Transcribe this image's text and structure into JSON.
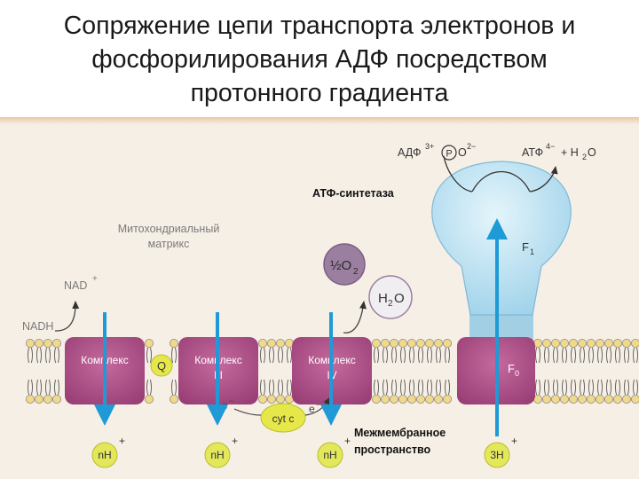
{
  "title": {
    "line1": "Сопряжение цепи транспорта электронов и",
    "line2": "фосфорилирования  АДФ посредством",
    "line3": "протонного градиента"
  },
  "diagram": {
    "matrix_label_1": "Митохондриальный",
    "matrix_label_2": "матрикс",
    "intermembrane_label_1": "Межмембранное",
    "intermembrane_label_2": "пространство",
    "atp_synthase_label": "АТФ-синтетаза",
    "nadh": "NADH",
    "nad": "NAD",
    "complex_word": "Комплекс",
    "complex_1": "I",
    "complex_3": "III",
    "complex_4": "IV",
    "q": "Q",
    "cytc": "cyt c",
    "electron": "e",
    "o2_half": "½O",
    "o2_sub": "2",
    "h2o": "H",
    "h2o_sub": "2",
    "h2o_o": "O",
    "nh_1": "nH",
    "nh_2": "nH",
    "nh_3": "nH",
    "h3": "3H",
    "plus": "+",
    "minus": "−",
    "adp": "АДФ",
    "adp_charge": "3+",
    "p": "P",
    "o_charge": "O",
    "o_charge_sup": "2−",
    "atp": "АТФ",
    "atp_charge": "4−",
    "plus_h2o": "+ H",
    "plus_h2o_sub": "2",
    "plus_h2o_o": "O",
    "f1": "F",
    "f1_sub": "1",
    "f0": "F",
    "f0_sub": "0"
  },
  "colors": {
    "complex": "#a64d82",
    "f1": "#bde3f2",
    "arrow_blue": "#1e9ad6",
    "lipid_head": "#f1d98a",
    "q_fill": "#e6e84a",
    "proton_fill": "#e3e85a",
    "oxygen_fill": "#9a7fa0",
    "background": "#f6efe6"
  }
}
